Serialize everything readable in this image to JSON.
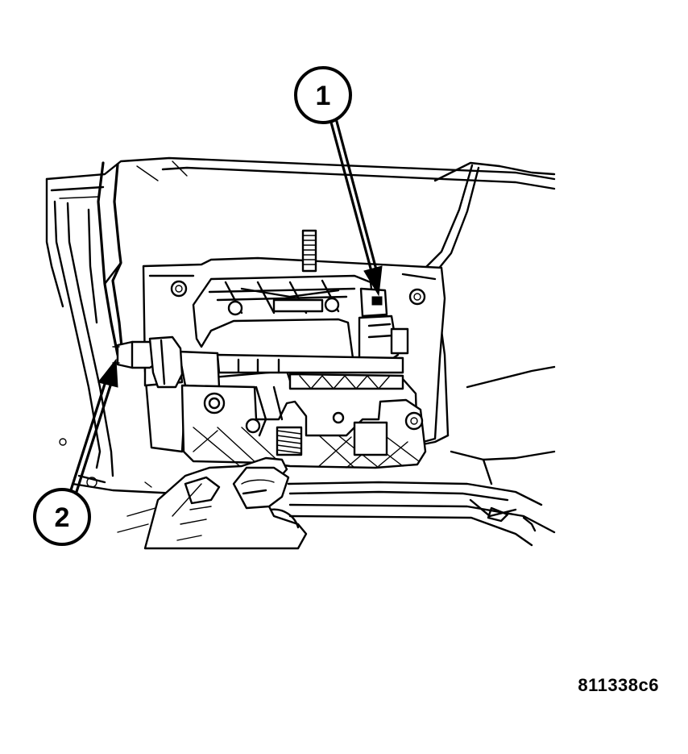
{
  "callouts": [
    {
      "id": "callout-1",
      "label": "1"
    },
    {
      "id": "callout-2",
      "label": "2"
    }
  ],
  "figure_id": "811338c6"
}
